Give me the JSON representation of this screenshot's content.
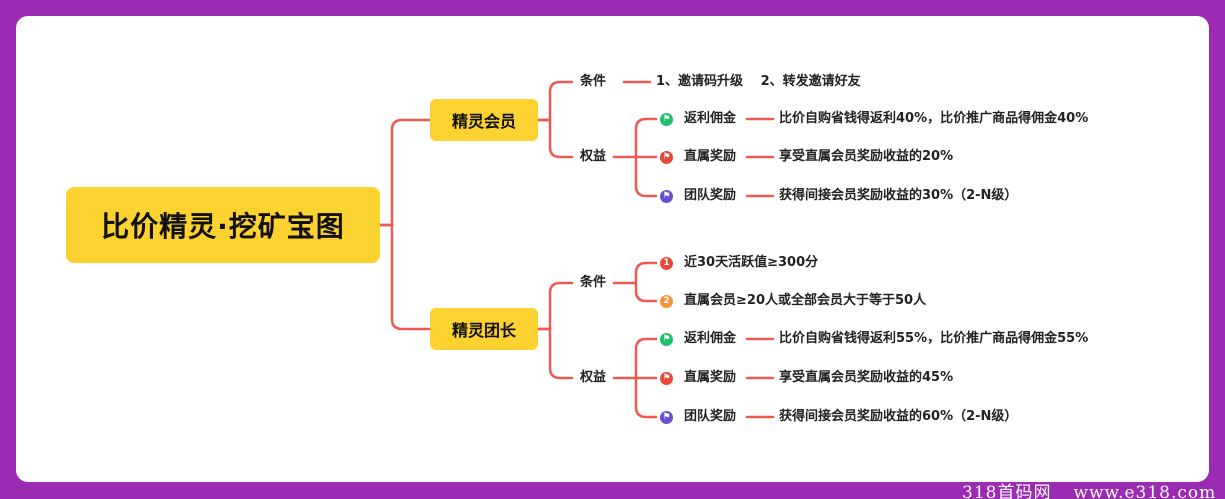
{
  "root": {
    "title": "比价精灵·挖矿宝图"
  },
  "branches": [
    {
      "title": "精灵会员",
      "condition": {
        "label": "条件",
        "text": "1、邀请码升级　 2、转发邀请好友"
      },
      "benefit": {
        "label": "权益",
        "items": [
          {
            "name": "返利佣金",
            "desc": "比价自购省钱得返利40%，比价推广商品得佣金40%",
            "marker": "flag-icon-green"
          },
          {
            "name": "直属奖励",
            "desc": "享受直属会员奖励收益的20%",
            "marker": "flag-icon-red"
          },
          {
            "name": "团队奖励",
            "desc": "获得间接会员奖励收益的30%（2-N级）",
            "marker": "flag-icon-purple"
          }
        ]
      }
    },
    {
      "title": "精灵团长",
      "condition": {
        "label": "条件",
        "items": [
          {
            "marker_text": "1",
            "text": "近30天活跃值≥300分"
          },
          {
            "marker_text": "2",
            "text": "直属会员≥20人或全部会员大于等于50人"
          }
        ]
      },
      "benefit": {
        "label": "权益",
        "items": [
          {
            "name": "返利佣金",
            "desc": "比价自购省钱得返利55%，比价推广商品得佣金55%",
            "marker": "flag-icon-green"
          },
          {
            "name": "直属奖励",
            "desc": "享受直属会员奖励收益的45%",
            "marker": "flag-icon-red"
          },
          {
            "name": "团队奖励",
            "desc": "获得间接会员奖励收益的60%（2-N级）",
            "marker": "flag-icon-purple"
          }
        ]
      }
    }
  ],
  "watermark": {
    "left": "318首码网",
    "right": "www.e318.com"
  },
  "colors": {
    "background": "#9b2bb2",
    "card": "#ffffff",
    "node": "#fbd22f",
    "connector": "#ee5a52"
  }
}
